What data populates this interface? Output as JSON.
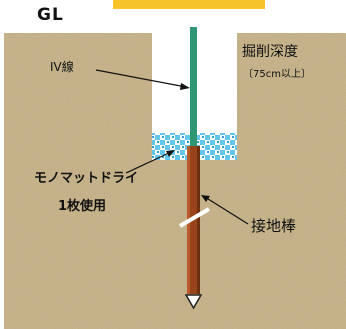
{
  "ground_level_label": "GL",
  "labels": {
    "iv_wire": "IV線",
    "excavation_depth": "掘削深度",
    "depth_note": "〔75cm以上〕",
    "monomat_line1": "モノマットドライ",
    "monomat_line2": "1枚使用",
    "ground_rod": "接地棒"
  },
  "colors": {
    "soil": "#cdb98d",
    "pit": "#ffffff",
    "yellow_bar": "#f6c42a",
    "wire": "#2f9773",
    "rod": "#99431a",
    "mat_blue": "#62c6ee"
  }
}
